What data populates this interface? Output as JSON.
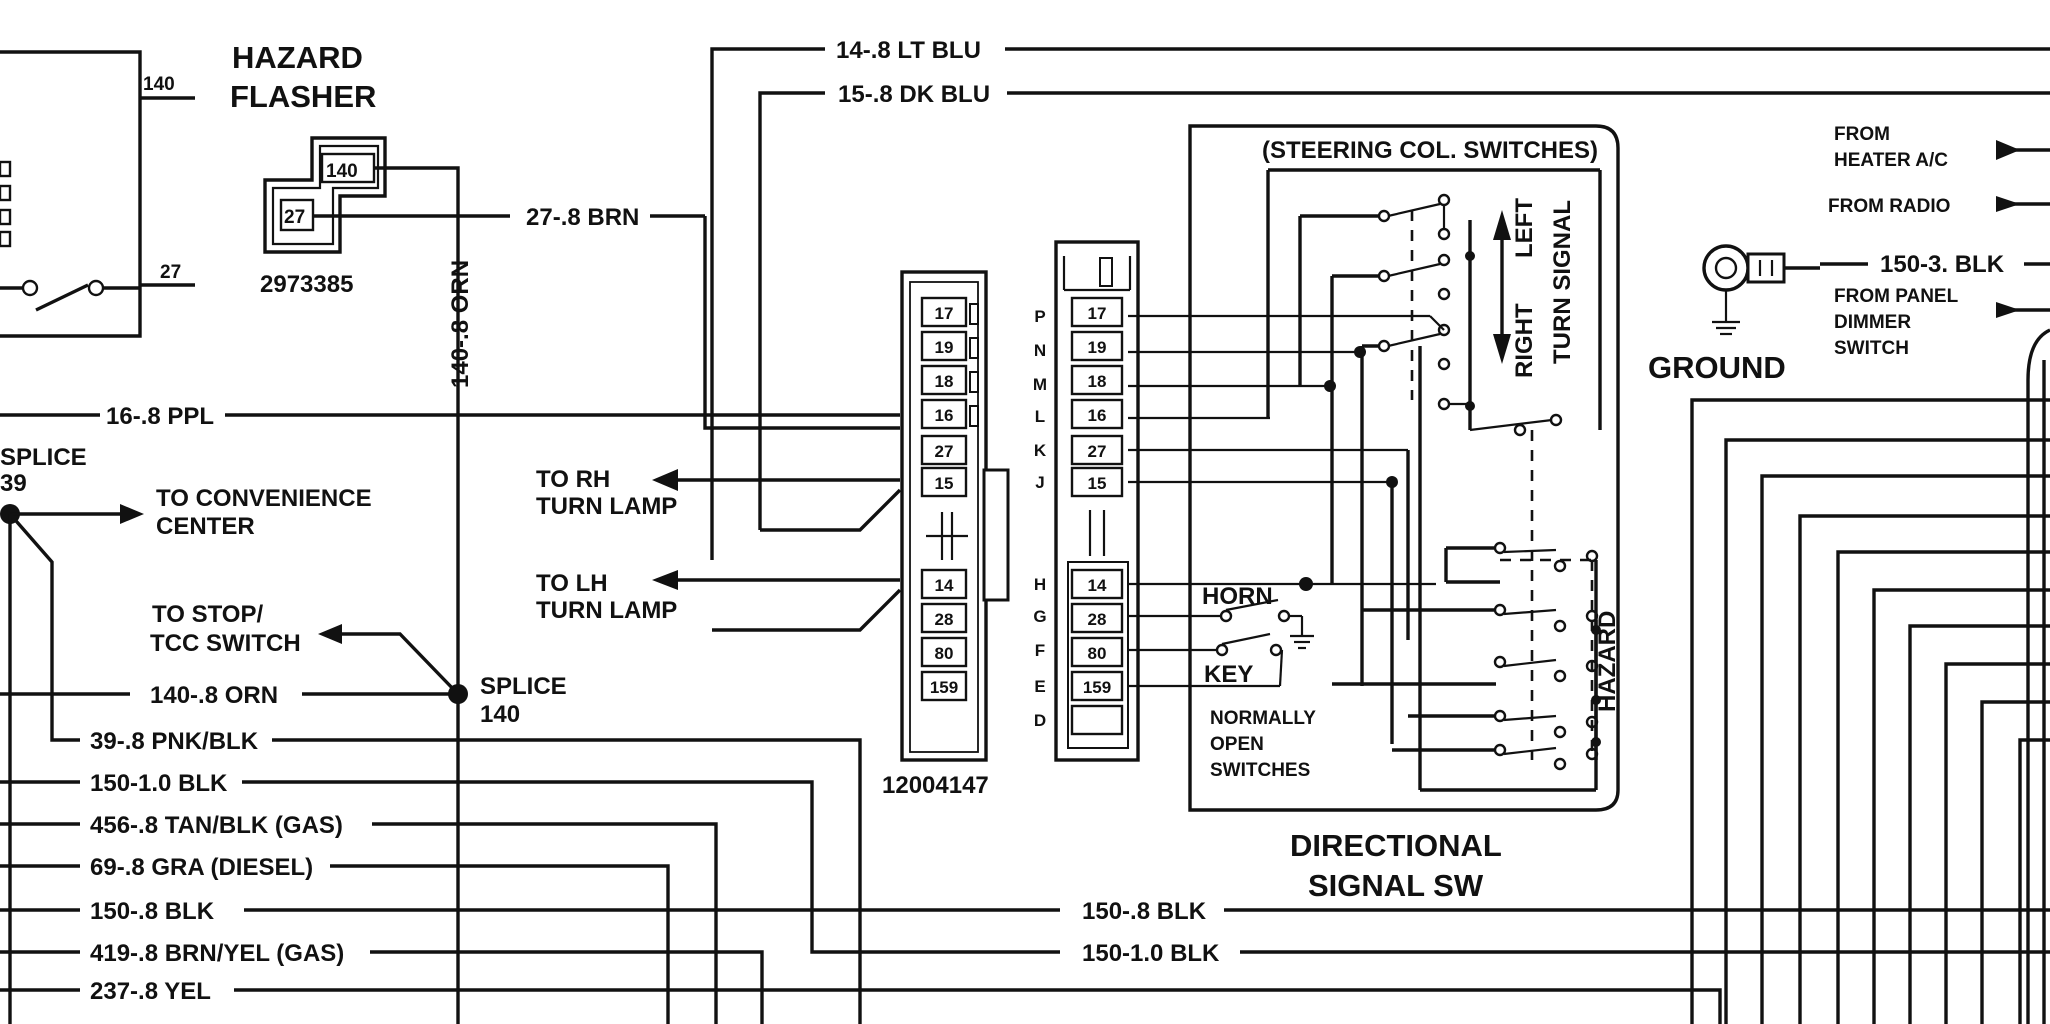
{
  "hazard_flasher": {
    "title_line1": "HAZARD",
    "title_line2": "FLASHER",
    "part_number": "2973385",
    "terminal_top": "140",
    "terminal_bottom": "27"
  },
  "left_box": {
    "terminal_top": "140",
    "terminal_bottom": "27"
  },
  "wires": {
    "lt_blu": "14-.8 LT BLU",
    "dk_blu": "15-.8 DK BLU",
    "brn": "27-.8 BRN",
    "orn_vertical": "140-.8 ORN",
    "ppl": "16-.8 PPL",
    "orn": "140-.8 ORN",
    "pnk_blk": "39-.8 PNK/BLK",
    "blk_1_0": "150-1.0 BLK",
    "tan_blk": "456-.8 TAN/BLK (GAS)",
    "gra": "69-.8 GRA (DIESEL)",
    "blk_08": "150-.8 BLK",
    "brn_yel": "419-.8 BRN/YEL (GAS)",
    "yel": "237-.8 YEL",
    "blk_08_center": "150-.8 BLK",
    "blk_1_0_center": "150-1.0 BLK",
    "blk_3": "150-3. BLK"
  },
  "labels": {
    "splice_left_1": "SPLICE",
    "splice_left_2": "39",
    "to_convenience_1": "TO CONVENIENCE",
    "to_convenience_2": "CENTER",
    "to_stop_1": "TO STOP/",
    "to_stop_2": "TCC SWITCH",
    "splice_140_1": "SPLICE",
    "splice_140_2": "140",
    "to_rh_1": "TO RH",
    "to_rh_2": "TURN LAMP",
    "to_lh_1": "TO LH",
    "to_lh_2": "TURN LAMP",
    "connector_part": "12004147"
  },
  "connector_left_cells": [
    "17",
    "19",
    "18",
    "16",
    "27",
    "15",
    "14",
    "28",
    "80",
    "159"
  ],
  "connector_right_cells": [
    "17",
    "19",
    "18",
    "16",
    "27",
    "15",
    "14",
    "28",
    "80",
    "159"
  ],
  "pin_letters": [
    "P",
    "N",
    "M",
    "L",
    "K",
    "J",
    "H",
    "G",
    "F",
    "E",
    "D"
  ],
  "switch_box": {
    "title": "(STEERING COL. SWITCHES)",
    "left": "LEFT",
    "right": "RIGHT",
    "turn_signal": "TURN SIGNAL",
    "horn": "HORN",
    "key": "KEY",
    "normally_1": "NORMALLY",
    "normally_2": "OPEN",
    "normally_3": "SWITCHES",
    "hazard": "HAZARD"
  },
  "directional": {
    "line1": "DIRECTIONAL",
    "line2": "SIGNAL SW"
  },
  "right_side": {
    "from_heater_1": "FROM",
    "from_heater_2": "HEATER A/C",
    "from_radio": "FROM RADIO",
    "from_panel_1": "FROM PANEL",
    "from_panel_2": "DIMMER",
    "from_panel_3": "SWITCH",
    "ground": "GROUND"
  }
}
